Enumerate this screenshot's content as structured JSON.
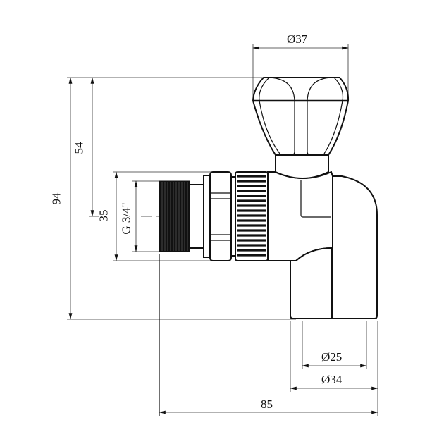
{
  "drawing": {
    "title": "Angle valve dimension drawing",
    "dimensions": {
      "knob_diameter": "Ø37",
      "total_height": "94",
      "knob_to_axis": "54",
      "nut_size": "35",
      "thread": "G 3/4\"",
      "inner_diameter": "Ø25",
      "outer_diameter": "Ø34",
      "total_length": "85"
    },
    "colors": {
      "line": "#111111",
      "dimension": "#333333",
      "background": "#ffffff"
    }
  }
}
